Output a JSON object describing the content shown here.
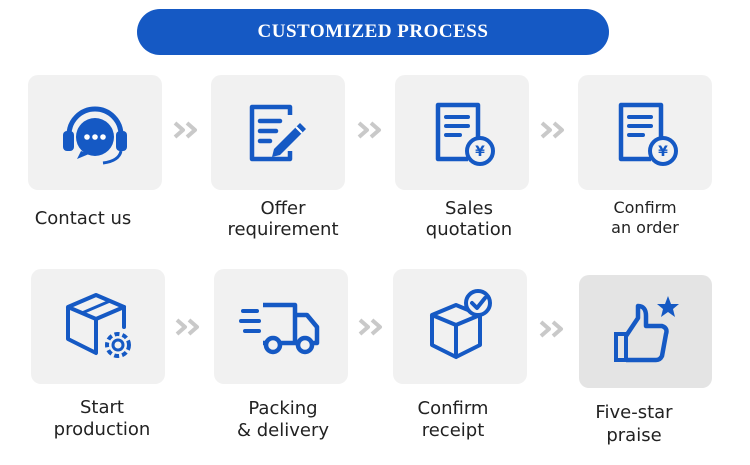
{
  "header": {
    "title": "CUSTOMIZED PROCESS"
  },
  "colors": {
    "accent": "#1559c4",
    "tile": "#f1f1f1",
    "arrow": "#c9c9c9",
    "star": "#1559c4"
  },
  "steps": [
    {
      "icon": "customer-service-headset-icon",
      "lines": [
        "Contact us"
      ]
    },
    {
      "icon": "document-edit-icon",
      "lines": [
        "Offer",
        "requirement"
      ]
    },
    {
      "icon": "quotation-document-yen-icon",
      "lines": [
        "Sales",
        "quotation"
      ]
    },
    {
      "icon": "order-document-yen-icon",
      "lines": [
        "Confirm",
        "an order"
      ]
    },
    {
      "icon": "box-gear-icon",
      "lines": [
        "Start",
        "production"
      ]
    },
    {
      "icon": "delivery-truck-icon",
      "lines": [
        "Packing",
        "& delivery"
      ]
    },
    {
      "icon": "box-check-icon",
      "lines": [
        "Confirm",
        "receipt"
      ]
    },
    {
      "icon": "thumbs-up-star-icon",
      "lines": [
        "Five-star",
        "praise"
      ]
    }
  ]
}
